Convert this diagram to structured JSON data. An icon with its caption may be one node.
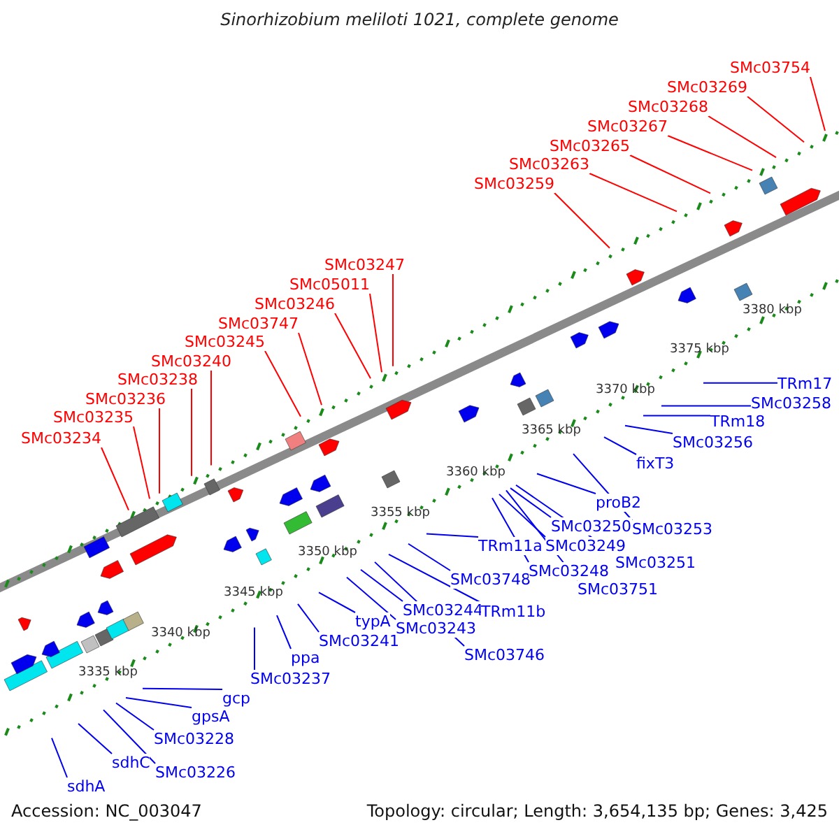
{
  "diagram": {
    "title": "Sinorhizobium meliloti 1021, complete genome",
    "nodes": [
      {
        "text": [
          "SMc03234"
        ]
      },
      {
        "text": [
          "SMc03235"
        ]
      },
      {
        "text": [
          "SMc03236"
        ]
      },
      {
        "text": [
          "SMc03238"
        ]
      },
      {
        "text": [
          "SMc03240"
        ]
      },
      {
        "text": [
          "SMc03245"
        ]
      },
      {
        "text": [
          "SMc03747"
        ]
      },
      {
        "text": [
          "SMc03246"
        ]
      },
      {
        "text": [
          "SMc05011"
        ]
      },
      {
        "text": [
          "SMc03247"
        ]
      },
      {
        "text": [
          "SMc03259"
        ]
      },
      {
        "text": [
          "SMc03263"
        ]
      },
      {
        "text": [
          "SMc03265"
        ]
      },
      {
        "text": [
          "SMc03267"
        ]
      },
      {
        "text": [
          "SMc03268"
        ]
      },
      {
        "text": [
          "SMc03269"
        ]
      },
      {
        "text": [
          "SMc03754"
        ]
      },
      {
        "text": [
          "sdhA"
        ]
      },
      {
        "text": [
          "sdhC"
        ]
      },
      {
        "text": [
          "SMc03226"
        ]
      },
      {
        "text": [
          "SMc03228"
        ]
      },
      {
        "text": [
          "gpsA"
        ]
      },
      {
        "text": [
          "gcp"
        ]
      },
      {
        "text": [
          "SMc03237"
        ]
      },
      {
        "text": [
          "ppa"
        ]
      },
      {
        "text": [
          "SMc03241"
        ]
      },
      {
        "text": [
          "typA"
        ]
      },
      {
        "text": [
          "SMc03243"
        ]
      },
      {
        "text": [
          "SMc03244"
        ]
      },
      {
        "text": [
          "SMc03746"
        ]
      },
      {
        "text": [
          "TRm11b"
        ]
      },
      {
        "text": [
          "SMc03748"
        ]
      },
      {
        "text": [
          "TRm11a"
        ]
      },
      {
        "text": [
          "SMc03248"
        ]
      },
      {
        "text": [
          "SMc03249"
        ]
      },
      {
        "text": [
          "SMc03250"
        ]
      },
      {
        "text": [
          "SMc03751"
        ]
      },
      {
        "text": [
          "SMc03251"
        ]
      },
      {
        "text": [
          "proB2"
        ]
      },
      {
        "text": [
          "SMc03253"
        ]
      },
      {
        "text": [
          "fixT3"
        ]
      },
      {
        "text": [
          "SMc03256"
        ]
      },
      {
        "text": [
          "TRm18"
        ]
      },
      {
        "text": [
          "SMc03258"
        ]
      },
      {
        "text": [
          "TRm17"
        ]
      }
    ],
    "edges": [
      {
        "from": 0,
        "to": null,
        "arrow": "none",
        "color": "#ff0000"
      },
      {
        "from": 1,
        "to": null,
        "arrow": "none",
        "color": "#ff0000"
      },
      {
        "from": 2,
        "to": null,
        "arrow": "none",
        "color": "#ff0000"
      },
      {
        "from": 3,
        "to": null,
        "arrow": "none",
        "color": "#ff0000"
      },
      {
        "from": 4,
        "to": null,
        "arrow": "none",
        "color": "#ff0000"
      },
      {
        "from": 5,
        "to": null,
        "arrow": "none",
        "color": "#ff0000"
      },
      {
        "from": 6,
        "to": null,
        "arrow": "none",
        "color": "#ff0000"
      },
      {
        "from": 7,
        "to": null,
        "arrow": "none",
        "color": "#ff0000"
      },
      {
        "from": 8,
        "to": null,
        "arrow": "none",
        "color": "#ff0000"
      },
      {
        "from": 9,
        "to": null,
        "arrow": "none",
        "color": "#ff0000"
      },
      {
        "from": 10,
        "to": null,
        "arrow": "none",
        "color": "#ff0000"
      },
      {
        "from": 11,
        "to": null,
        "arrow": "none",
        "color": "#ff0000"
      },
      {
        "from": 12,
        "to": null,
        "arrow": "none",
        "color": "#ff0000"
      },
      {
        "from": 13,
        "to": null,
        "arrow": "none",
        "color": "#ff0000"
      },
      {
        "from": 14,
        "to": null,
        "arrow": "none",
        "color": "#ff0000"
      },
      {
        "from": 15,
        "to": null,
        "arrow": "none",
        "color": "#ff0000"
      },
      {
        "from": 16,
        "to": null,
        "arrow": "none",
        "color": "#ff0000"
      },
      {
        "from": 17,
        "to": null,
        "arrow": "none"
      },
      {
        "from": 18,
        "to": null,
        "arrow": "none"
      },
      {
        "from": 19,
        "to": null,
        "arrow": "none"
      },
      {
        "from": 20,
        "to": null,
        "arrow": "none"
      },
      {
        "from": 21,
        "to": null,
        "arrow": "none"
      },
      {
        "from": 22,
        "to": null,
        "arrow": "none"
      },
      {
        "from": 23,
        "to": null,
        "arrow": "none"
      },
      {
        "from": 24,
        "to": null,
        "arrow": "none"
      },
      {
        "from": 25,
        "to": null,
        "arrow": "none"
      },
      {
        "from": 26,
        "to": null,
        "arrow": "none"
      },
      {
        "from": 27,
        "to": null,
        "arrow": "none"
      },
      {
        "from": 28,
        "to": null,
        "arrow": "none"
      },
      {
        "from": 29,
        "to": null,
        "arrow": "none"
      },
      {
        "from": 30,
        "to": null,
        "arrow": "none"
      },
      {
        "from": 31,
        "to": null,
        "arrow": "none"
      },
      {
        "from": 32,
        "to": null,
        "arrow": "none"
      },
      {
        "from": 33,
        "to": null,
        "arrow": "none"
      },
      {
        "from": 34,
        "to": null,
        "arrow": "none"
      },
      {
        "from": 35,
        "to": null,
        "arrow": "none"
      },
      {
        "from": 36,
        "to": null,
        "arrow": "none"
      },
      {
        "from": 37,
        "to": null,
        "arrow": "none"
      },
      {
        "from": 38,
        "to": null,
        "arrow": "none"
      },
      {
        "from": 39,
        "to": null,
        "arrow": "none"
      },
      {
        "from": 40,
        "to": null,
        "arrow": "none"
      },
      {
        "from": 41,
        "to": null,
        "arrow": "none"
      },
      {
        "from": 42,
        "to": null,
        "arrow": "none"
      },
      {
        "from": 43,
        "to": null,
        "arrow": "none"
      },
      {
        "from": 44,
        "to": null,
        "arrow": "none"
      }
    ],
    "labels": [
      "3335 kbp",
      "3340 kbp",
      "3345 kbp",
      "3350 kbp",
      "3355 kbp",
      "3360 kbp",
      "3365 kbp",
      "3370 kbp",
      "3375 kbp",
      "3380 kbp",
      "Accession: NC_003047",
      "Topology: circular; Length: 3,654,135 bp; Genes: 3,425"
    ]
  }
}
